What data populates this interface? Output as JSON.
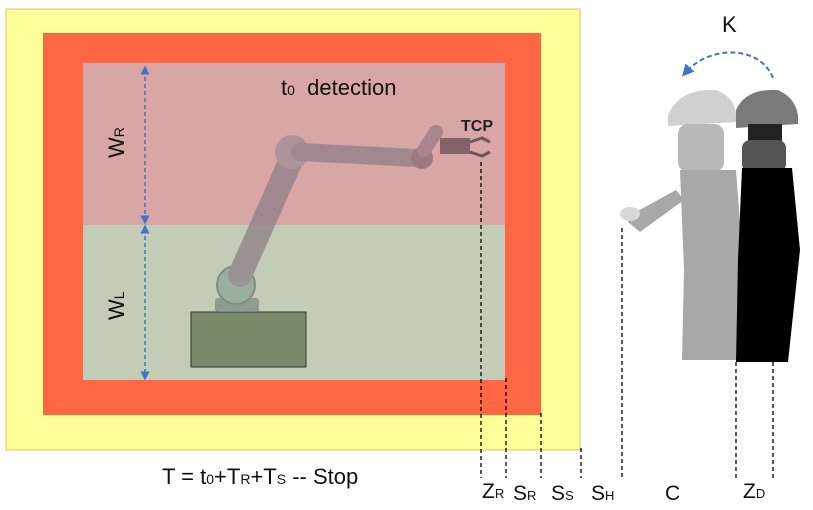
{
  "title_top": {
    "t": "t",
    "sub": "0",
    "rest": "  detection"
  },
  "tcp_label": "TCP",
  "w_r": {
    "main": "W",
    "sub": "R"
  },
  "w_l": {
    "main": "W",
    "sub": "L"
  },
  "k_label": "K",
  "formula": {
    "a": "T = t",
    "a_sub": "0",
    "b": "+T",
    "b_sub": "R",
    "c": "+T",
    "c_sub": "S",
    "d": " -- Stop"
  },
  "bottom_labels": [
    {
      "main": "Z",
      "sub": "R"
    },
    {
      "main": "S",
      "sub": "R"
    },
    {
      "main": "S",
      "sub": "S"
    },
    {
      "main": "S",
      "sub": "H"
    },
    {
      "main": "C",
      "sub": ""
    },
    {
      "main": "Z",
      "sub": "D"
    }
  ],
  "colors": {
    "outer_zone": "#ffff99",
    "outer_border": "#e0c060",
    "danger_zone": "#ff6644",
    "upper_area": "#d9a6a6",
    "lower_area": "#c2ccb6",
    "arrow_blue": "#4472c4",
    "robot_grey": "#8a7f86",
    "base_box": "#7a8a6a",
    "person_light": "#a8a8a8",
    "person_dark": "#000000"
  }
}
